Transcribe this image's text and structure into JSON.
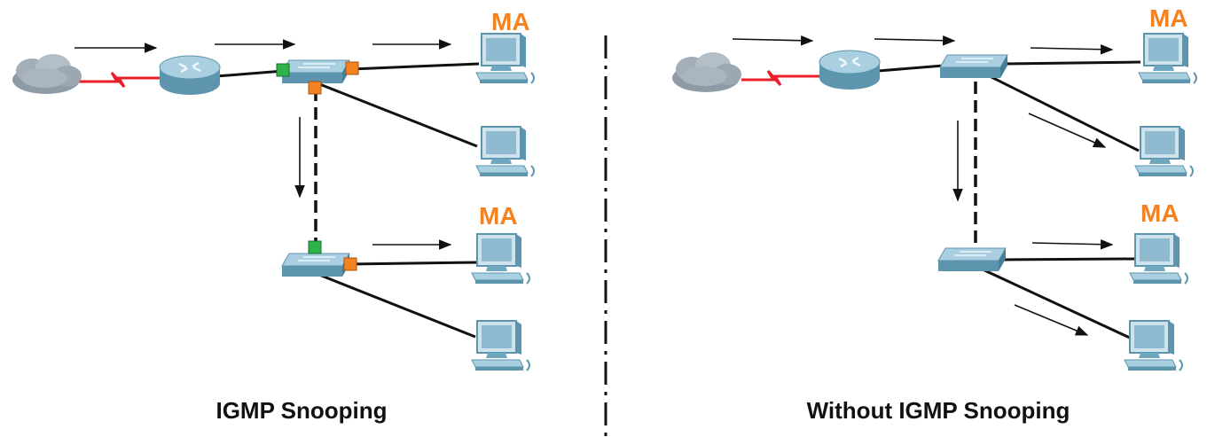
{
  "colors": {
    "ma_label": "#f58220",
    "wan_link": "#e8202a",
    "port_forwarding": "#f58220",
    "port_blocked": "#2db34a",
    "link": "#111111",
    "device_body": "#6fa7c0",
    "device_top": "#a8cfe0",
    "cloud": "#9aa7b2"
  },
  "left": {
    "caption": "IGMP Snooping",
    "ma_labels": [
      "MA",
      "MA"
    ]
  },
  "right": {
    "caption": "Without IGMP Snooping",
    "ma_labels": [
      "MA",
      "MA"
    ]
  },
  "icons": [
    "cloud-icon",
    "router-icon",
    "switch-icon",
    "pc-icon",
    "arrow-icon"
  ]
}
